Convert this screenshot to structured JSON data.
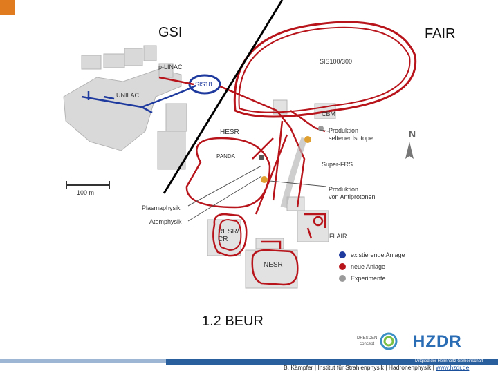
{
  "header": {
    "left_label": "GSI",
    "right_label": "FAIR"
  },
  "map": {
    "labels": {
      "p_linac": "p-LINAC",
      "sis18": "SIS18",
      "unilac": "UNILAC",
      "sis100": "SIS100/300",
      "cbm": "CBM",
      "hesr": "HESR",
      "panda": "PANDA",
      "prod_isotope": "Produktion\nseltener Isotope",
      "super_frs": "Super-FRS",
      "prod_antiproton": "Produktion\nvon Antiprotonen",
      "plasmaphysik": "Plasmaphysik",
      "atomphysik": "Atomphysik",
      "resr_cr": "RESR/\nCR",
      "flair": "FLAIR",
      "nesr": "NESR",
      "scale": "100 m",
      "north": "N"
    },
    "legend": [
      {
        "label": "existierende Anlage",
        "color": "#1e3a9e"
      },
      {
        "label": "neue Anlage",
        "color": "#b8141b"
      },
      {
        "label": "Experimente",
        "color": "#9a9a9a"
      }
    ]
  },
  "caption": "1.2 BEUR",
  "footer": {
    "partner_top": "DRESDEN",
    "partner_bottom": "concept",
    "logo": "HZDR",
    "helmholtz": "Mitglied der Helmholtz-Gemeinschaft",
    "credit": "B. Kämpfer | Institut für Strahlenphysik | Hadronenphysik |",
    "website": "www.hzdr.de"
  },
  "colors": {
    "accent_orange": "#e07b1f",
    "footer_blue": "#2a5f9e",
    "ring_red": "#b8141b",
    "existing_blue": "#1e3a9e"
  }
}
